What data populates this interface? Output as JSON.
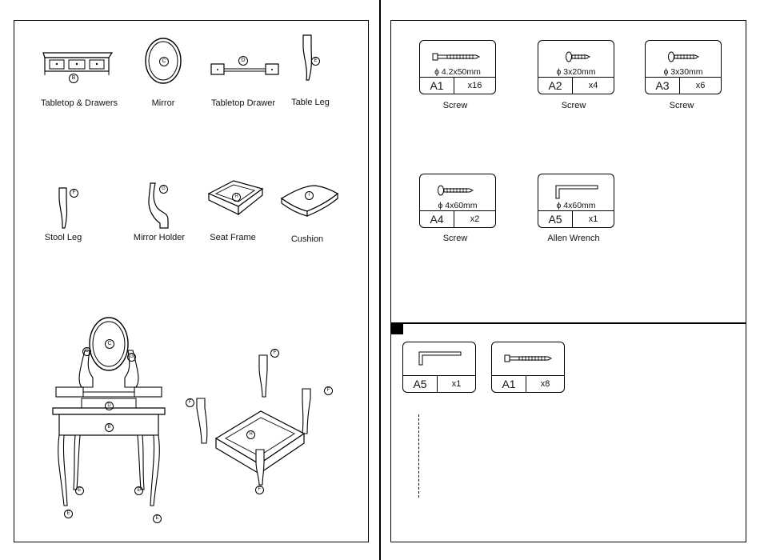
{
  "parts": {
    "tabletop_drawers": "Tabletop & Drawers",
    "mirror": "Mirror",
    "tabletop_drawer": "Tabletop Drawer",
    "table_leg": "Table Leg",
    "stool_leg": "Stool Leg",
    "mirror_holder": "Mirror Holder",
    "seat_frame": "Seat Frame",
    "cushion": "Cushion"
  },
  "part_letters": {
    "b": "B",
    "c": "C",
    "d": "D",
    "e": "E",
    "f": "F",
    "g": "G",
    "h": "H",
    "i": "I"
  },
  "hardware": [
    {
      "code": "A1",
      "spec": "ϕ 4.2x50mm",
      "qty": "x16",
      "name": "Screw"
    },
    {
      "code": "A2",
      "spec": "ϕ 3x20mm",
      "qty": "x4",
      "name": "Screw"
    },
    {
      "code": "A3",
      "spec": "ϕ 3x30mm",
      "qty": "x6",
      "name": "Screw"
    },
    {
      "code": "A4",
      "spec": "ϕ 4x60mm",
      "qty": "x2",
      "name": "Screw"
    },
    {
      "code": "A5",
      "spec": "ϕ 4x60mm",
      "qty": "x1",
      "name": "Allen Wrench"
    }
  ],
  "step": {
    "tools": [
      {
        "code": "A5",
        "qty": "x1"
      },
      {
        "code": "A1",
        "qty": "x8"
      }
    ]
  }
}
